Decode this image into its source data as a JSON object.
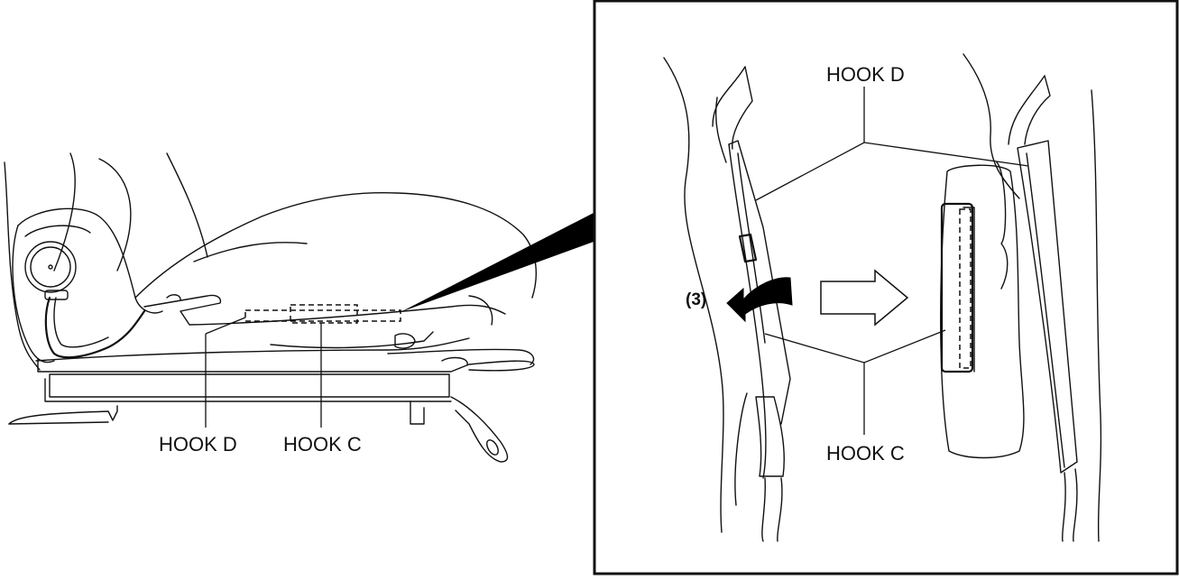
{
  "labels": {
    "left_hook_d": "HOOK D",
    "left_hook_c": "HOOK C",
    "detail_hook_d": "HOOK D",
    "detail_hook_c": "HOOK C",
    "step": "(3)"
  },
  "icons": {
    "rotate_arrow": "curved-arrow-icon",
    "next_arrow": "hollow-right-arrow-icon"
  },
  "colors": {
    "line": "#111111",
    "background": "#ffffff",
    "fill": "#000000"
  }
}
